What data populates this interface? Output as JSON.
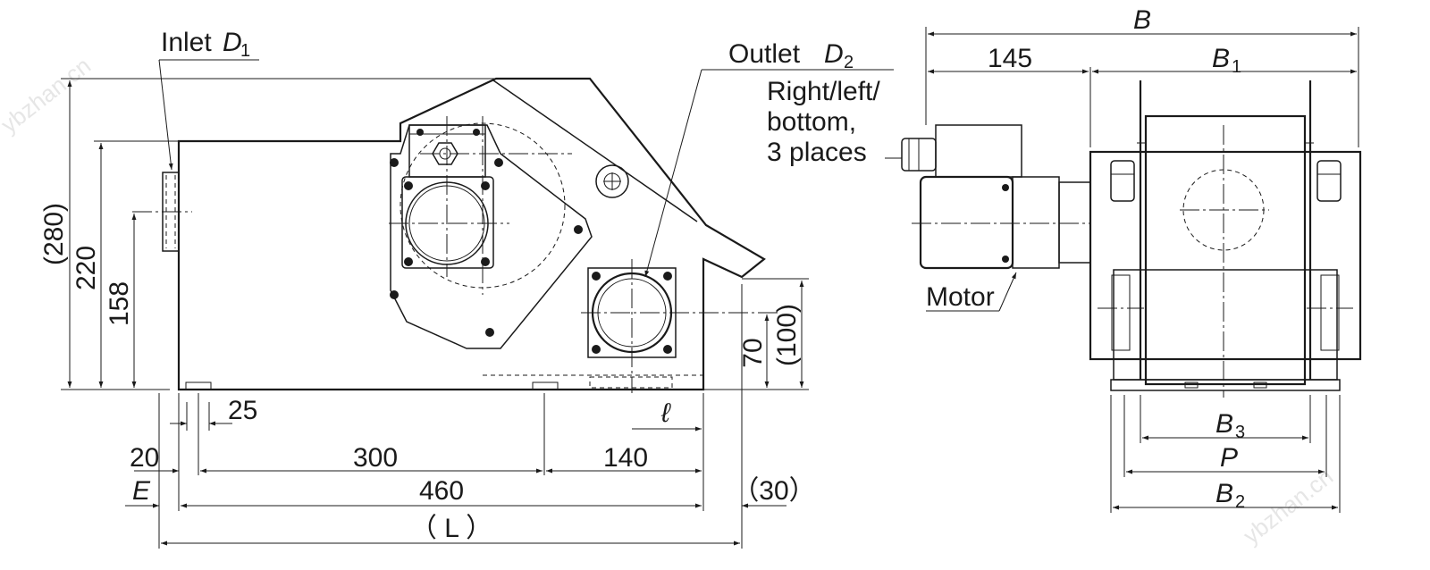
{
  "labels": {
    "inlet": "Inlet",
    "inlet_sym": "D",
    "inlet_sub": "1",
    "outlet": "Outlet",
    "outlet_sym": "D",
    "outlet_sub": "2",
    "outlet_note_1": "Right/left/",
    "outlet_note_2": "bottom,",
    "outlet_note_3": "3 places",
    "motor": "Motor"
  },
  "front_view": {
    "dim_280": "(280)",
    "dim_220": "220",
    "dim_158": "158",
    "dim_70": "70",
    "dim_100": "(100)",
    "dim_25": "25",
    "dim_l": "ℓ",
    "dim_20": "20",
    "dim_300": "300",
    "dim_140": "140",
    "dim_E": "E",
    "dim_460": "460",
    "dim_30": "（30）",
    "dim_L": "（ L ）"
  },
  "side_view": {
    "dim_B": "B",
    "dim_145": "145",
    "dim_B1": "B",
    "dim_B1_sub": "1",
    "dim_B3": "B",
    "dim_B3_sub": "3",
    "dim_P": "P",
    "dim_B2": "B",
    "dim_B2_sub": "2"
  },
  "watermark": {
    "left": "ybzhan.cn",
    "right": "ybzhan.cn"
  }
}
